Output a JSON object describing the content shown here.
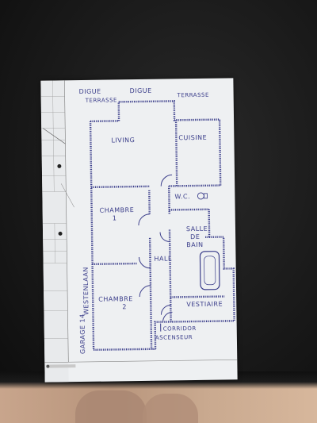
{
  "labels": {
    "digue_left": "DIGUE",
    "digue_right": "DIGUE",
    "terrasse_left": "TERRASSE",
    "terrasse_right": "TERRASSE",
    "living": "LIVING",
    "cuisine": "CUISINE",
    "wc": "W.C.",
    "chambre_1": "CHAMBRE",
    "chambre_1_num": "1",
    "salle_de_bain_1": "SALLE",
    "salle_de_bain_2": "DE",
    "salle_de_bain_3": "BAIN",
    "hall": "HALL",
    "chambre_2": "CHAMBRE",
    "chambre_2_num": "2",
    "vestiaire": "VESTIAIRE",
    "corridor": "CORRIDOR",
    "ascenseur": "ASCENSEUR",
    "westenlaan": "WESTENLAAN",
    "garage": "GARAGE 14"
  },
  "colors": {
    "ink": "#3a3d8a",
    "paper": "#eef0f2",
    "table": "#1b1b1b",
    "floor": "#c8a58c"
  }
}
